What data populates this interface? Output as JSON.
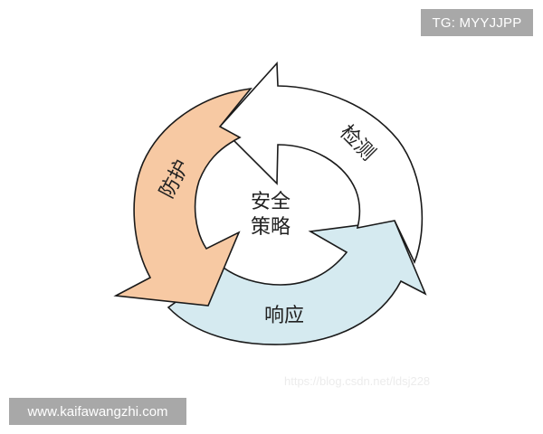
{
  "badges": {
    "top_right": "TG: MYYJJPP",
    "bottom_left": "www.kaifawangzhi.com"
  },
  "watermark": "https://blog.csdn.net/ldsj228",
  "diagram": {
    "center_label_line1": "安全",
    "center_label_line2": "策略",
    "segments": [
      {
        "label": "检测",
        "color": "#ffffff"
      },
      {
        "label": "响应",
        "color": "#d5eaf0"
      },
      {
        "label": "防护",
        "color": "#f7c9a3"
      }
    ],
    "stroke_color": "#1a1a1a"
  }
}
